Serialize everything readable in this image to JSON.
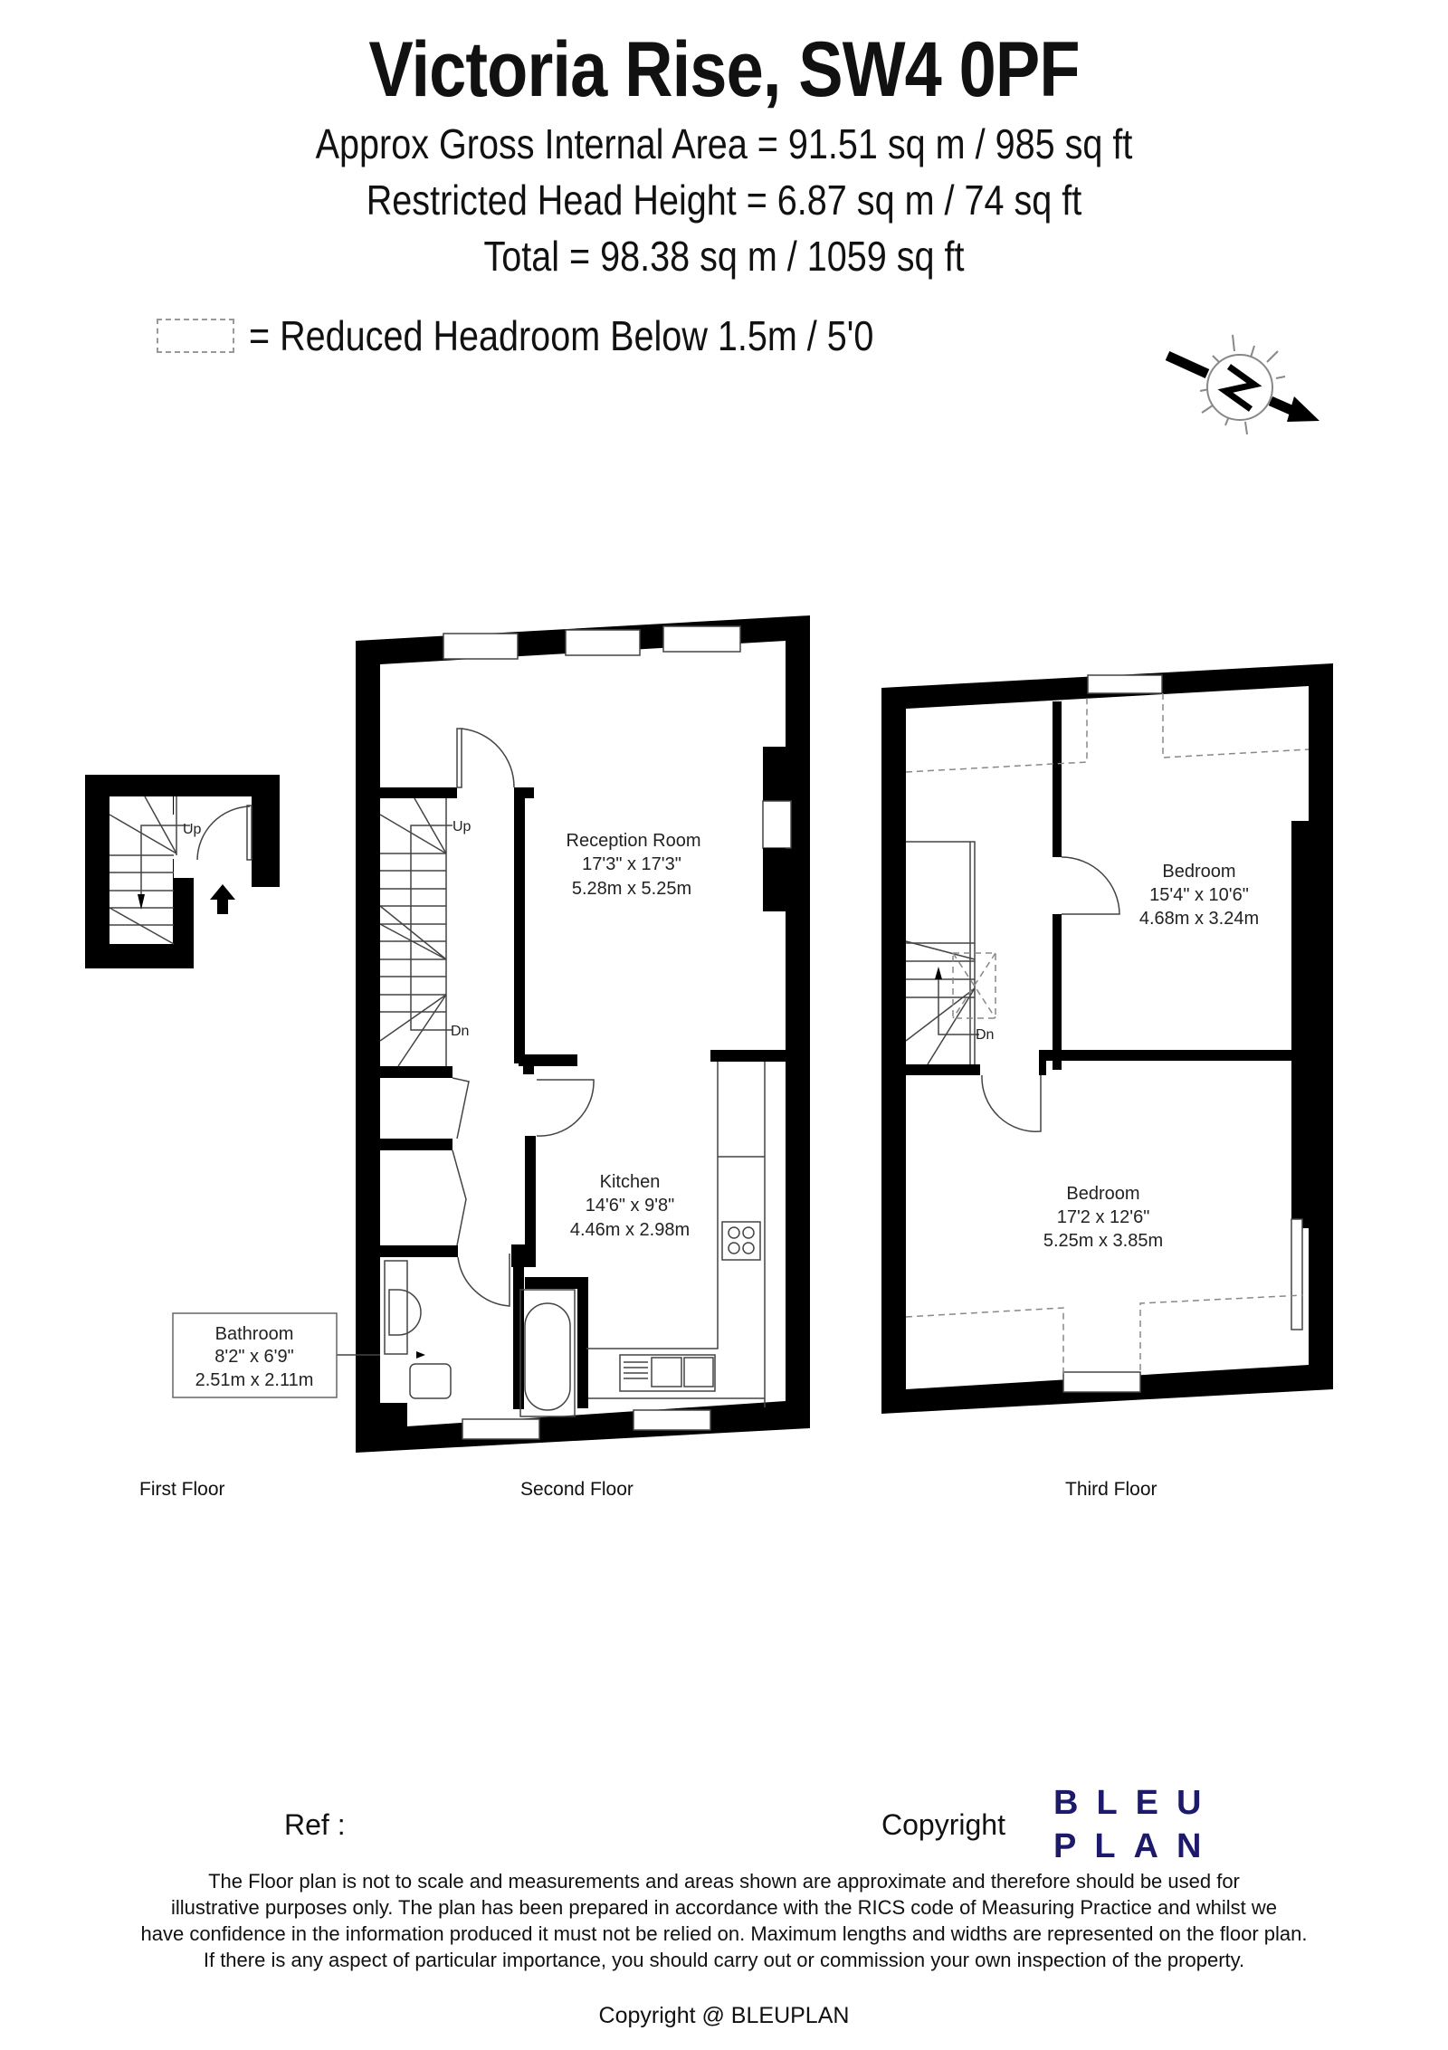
{
  "header": {
    "title": "Victoria Rise, SW4 0PF",
    "gross_internal_area": "Approx Gross Internal Area = 91.51 sq m / 985 sq ft",
    "restricted_head_height": "Restricted Head Height = 6.87 sq m / 74 sq ft",
    "total": "Total = 98.38 sq m / 1059 sq ft"
  },
  "legend": {
    "icon": "dashed-rectangle",
    "text": "= Reduced Headroom Below 1.5m / 5'0"
  },
  "compass": {
    "icon": "north-arrow-compass",
    "letter": "N"
  },
  "floors": [
    {
      "label": "First Floor",
      "annotations": [
        "Up"
      ],
      "entrance_icon": "entrance-arrow"
    },
    {
      "label": "Second Floor",
      "annotations": [
        "Up",
        "Dn"
      ],
      "rooms": [
        {
          "name": "Reception Room",
          "imperial": "17'3\" x 17'3\"",
          "metric": "5.28m x 5.25m"
        },
        {
          "name": "Kitchen",
          "imperial": "14'6\" x 9'8\"",
          "metric": "4.46m x 2.98m"
        },
        {
          "name": "Bathroom",
          "imperial": "8'2\" x 6'9\"",
          "metric": "2.51m x 2.11m"
        }
      ]
    },
    {
      "label": "Third Floor",
      "annotations": [
        "Dn"
      ],
      "rooms": [
        {
          "name": "Bedroom",
          "imperial": "15'4\" x 10'6\"",
          "metric": "4.68m x 3.24m"
        },
        {
          "name": "Bedroom",
          "imperial": "17'2 x 12'6\"",
          "metric": "5.25m x 3.85m"
        }
      ]
    }
  ],
  "footer": {
    "ref_label": "Ref  :",
    "copyright_label": "Copyright",
    "logo_line1": "BLEU",
    "logo_line2": "PLAN",
    "brand_color": "#1e1a6b",
    "disclaimer": [
      "The Floor plan is not to scale and measurements and areas shown are approximate and therefore should be used for",
      "illustrative purposes only. The plan has been prepared in accordance with the RICS code of Measuring Practice and whilst we",
      "have confidence in the information produced it must not be relied on. Maximum lengths and widths are represented on the floor plan.",
      "If there is any aspect of particular importance, you should carry out or commission your own inspection of the property."
    ],
    "copyright_line": "Copyright @ BLEUPLAN"
  }
}
